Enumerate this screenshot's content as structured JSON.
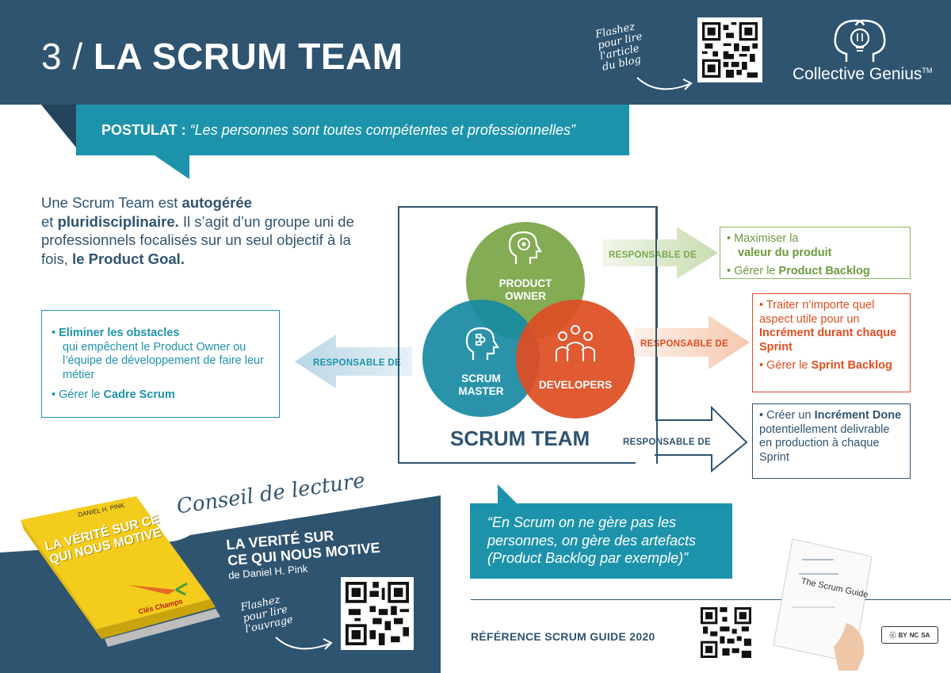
{
  "header": {
    "number": "3 /",
    "title": "LA SCRUM TEAM",
    "flash_lines": [
      "Flashez",
      "pour lire",
      "l'article",
      "du blog"
    ],
    "brand": "Collective Genius",
    "brand_tm": "TM"
  },
  "postulat": {
    "label": "POSTULAT :",
    "text": "“Les personnes sont toutes compétentes et professionnelles”"
  },
  "intro": {
    "p1": "Une Scrum Team est ",
    "b1": "autogérée",
    "p2": "et ",
    "b2": "pluridisciplinaire.",
    "p3": " Il s’agit d’un groupe uni de professionnels focalisés sur un seul objectif à la fois, ",
    "b3": "le Product Goal."
  },
  "scrum_master_box": {
    "item1_bold": "Eliminer les obstacles",
    "item1_rest": "qui empêchent le Product Owner ou l’équipe de développement de faire leur métier",
    "item2_pre": "Gérer le ",
    "item2_bold": "Cadre Scrum"
  },
  "diagram": {
    "po_label": "PRODUCT OWNER",
    "sm_label": "SCRUM MASTER",
    "dev_label": "DEVELOPERS",
    "team_label": "SCRUM TEAM",
    "responsable": "RESPONSABLE DE"
  },
  "po_box": {
    "item1_pre": "Maximiser la",
    "item1_bold": "valeur du produit",
    "item2_pre": "Gérer le ",
    "item2_bold": "Product Backlog"
  },
  "dev_box": {
    "item1_pre": "Traiter n’importe quel aspect utile pour un ",
    "item1_bold": "Incrément durant chaque Sprint",
    "item2_pre": "Gérer le ",
    "item2_bold": "Sprint Backlog"
  },
  "team_box": {
    "pre": "Créer un ",
    "bold": "Incrément Done",
    "rest": " potentiellement delivrable en production à chaque Sprint"
  },
  "reading": {
    "title": "Conseil de lecture",
    "book_title_1": "LA VERITÉ SUR",
    "book_title_2": "CE QUI NOUS MOTIVE",
    "author": "de Daniel H. Pink",
    "cover_author": "DANIEL H. PINK",
    "cover_title": "LA VÉRITÉ SUR CE QUI NOUS MOTIVE",
    "publisher": "Clés Champs",
    "flash_lines": [
      "Flashez",
      "pour lire",
      "l'ouvrage"
    ]
  },
  "quote": "“En Scrum on ne gère pas les personnes, on gère des artefacts (Product Backlog par exemple)”",
  "footer": {
    "reference": "RÉFÉRENCE SCRUM GUIDE 2020",
    "guide_title": "The Scrum Guide",
    "cc_labels": [
      "BY",
      "NC",
      "SA"
    ]
  },
  "colors": {
    "navy": "#2f5470",
    "teal": "#1d93ab",
    "green": "#7da84b",
    "orange": "#de4e22"
  }
}
